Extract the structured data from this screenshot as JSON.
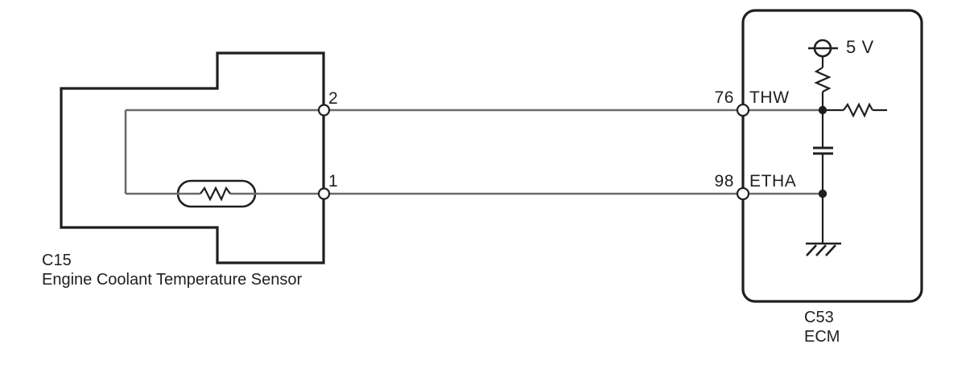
{
  "sensor": {
    "id": "C15",
    "name": "Engine Coolant Temperature Sensor",
    "pins": [
      {
        "number": "2"
      },
      {
        "number": "1"
      }
    ]
  },
  "ecm": {
    "id": "C53",
    "name": "ECM",
    "supply": "5 V",
    "pins": [
      {
        "number": "76",
        "signal": "THW"
      },
      {
        "number": "98",
        "signal": "ETHA"
      }
    ]
  },
  "components": {
    "thermistor": "zigzag-resistor-in-capsule",
    "pullup_resistor": "vertical-zigzag",
    "series_resistor": "horizontal-zigzag",
    "capacitor": "two-parallel-plates",
    "ground": "bar-with-three-hatches",
    "power_source": "circle-with-crossbar"
  },
  "colors": {
    "line": "#1f1f1f",
    "wire": "#6b6b6b",
    "background": "#ffffff"
  }
}
